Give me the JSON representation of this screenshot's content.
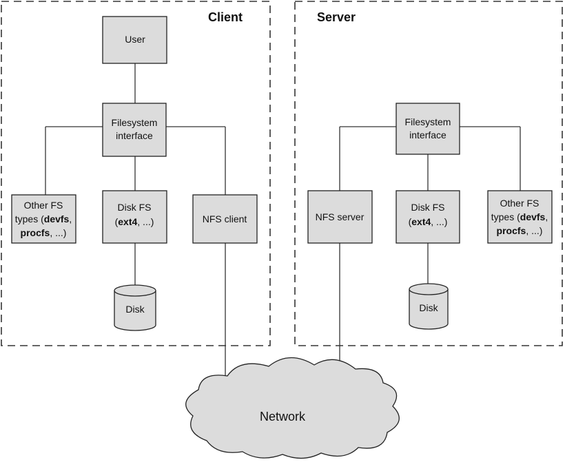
{
  "colors": {
    "box_fill": "#dcdcdc",
    "stroke": "#222222",
    "background": "#ffffff"
  },
  "client": {
    "title": "Client",
    "user": "User",
    "fs_interface": [
      "Filesystem",
      "interface"
    ],
    "other_fs": {
      "line1": "Other FS",
      "line2_pre": "types (",
      "line2_bold": "devfs",
      "line2_post": ",",
      "line3_bold": "procfs",
      "line3_post": ", ...)"
    },
    "disk_fs": {
      "line1": "Disk FS",
      "line2_pre": "(",
      "line2_bold": "ext4",
      "line2_post": ", ...)"
    },
    "nfs": "NFS client",
    "disk": "Disk"
  },
  "server": {
    "title": "Server",
    "fs_interface": [
      "Filesystem",
      "interface"
    ],
    "nfs": "NFS server",
    "disk_fs": {
      "line1": "Disk FS",
      "line2_pre": "(",
      "line2_bold": "ext4",
      "line2_post": ", ...)"
    },
    "other_fs": {
      "line1": "Other FS",
      "line2_pre": "types (",
      "line2_bold": "devfs",
      "line2_post": ",",
      "line3_bold": "procfs",
      "line3_post": ", ...)"
    },
    "disk": "Disk"
  },
  "network": "Network"
}
